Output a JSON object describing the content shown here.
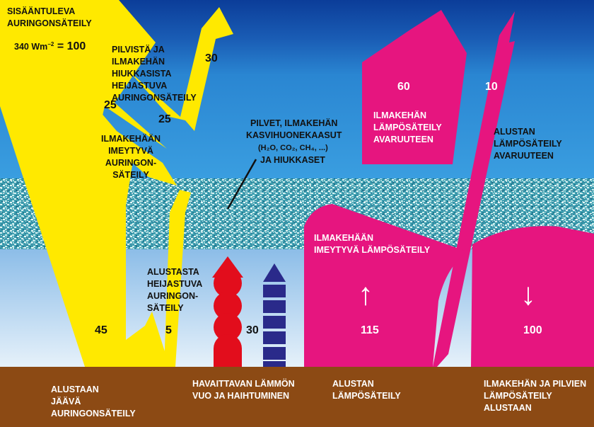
{
  "labels": {
    "incoming": "SISÄÄNTULEVA\nAURINGONSÄTEILY",
    "incoming_prefix": "340 Wm",
    "incoming_exp": "−2",
    "incoming_suffix": " = 100",
    "reflected_clouds": "PILVISTÄ JA\nILMAKEHÄN\nHIUKKASISTA\nHEIJASTUVA\nAURINGONSÄTEILY",
    "absorbed_solar": "ILMAKEHÄÄN\nIMEYTYVÄ\nAURINGON-\nSÄTEILY",
    "clouds_line1": "PILVET, ILMAKEHÄN\nKASVIHUONEKAASUT",
    "clouds_gases": "(H₂O, CO₂, CH₄, ...)",
    "clouds_line3": "JA HIUKKASET",
    "atm_to_space": "ILMAKEHÄN\nLÄMPÖSÄTEILY\nAVARUUTEEN",
    "surface_to_space": "ALUSTAN\nLÄMPÖSÄTEILY\nAVARUUTEEN",
    "absorbed_thermal": "ILMAKEHÄÄN\nIMEYTYVÄ LÄMPÖSÄTEILY",
    "surface_reflected": "ALUSTASTA\nHEIJASTUVA\nAURINGON-\nSÄTEILY",
    "absorbed_surface": "ALUSTAAN\nJÄÄVÄ\nAURINGONSÄTEILY",
    "sensible_latent": "HAVAITTAVAN LÄMMÖN\nVUO JA HAIHTUMINEN",
    "surface_thermal": "ALUSTAN\nLÄMPÖSÄTEILY",
    "back_radiation": "ILMAKEHÄN JA PILVIEN\nLÄMPÖSÄTEILY\nALUSTAAN"
  },
  "values": {
    "reflected_atm": "30",
    "reflected_clouds_25": "25",
    "absorbed_solar_25": "25",
    "atm_space": "60",
    "surface_space": "10",
    "surface_absorbed": "45",
    "surface_reflected": "5",
    "sensible_latent": "30",
    "surface_thermal": "115",
    "back_radiation": "100"
  },
  "arrows": {
    "up": "↑",
    "down": "↓"
  },
  "colors": {
    "sky_top": "#0a3f9e",
    "sky_mid": "#1e74c8",
    "sky_low": "#9cc7ec",
    "surface": "#8c4a14",
    "solar": "#ffe900",
    "thermal": "#e6157f",
    "sensible": "#e20d1c",
    "latent": "#2a2a8a"
  }
}
